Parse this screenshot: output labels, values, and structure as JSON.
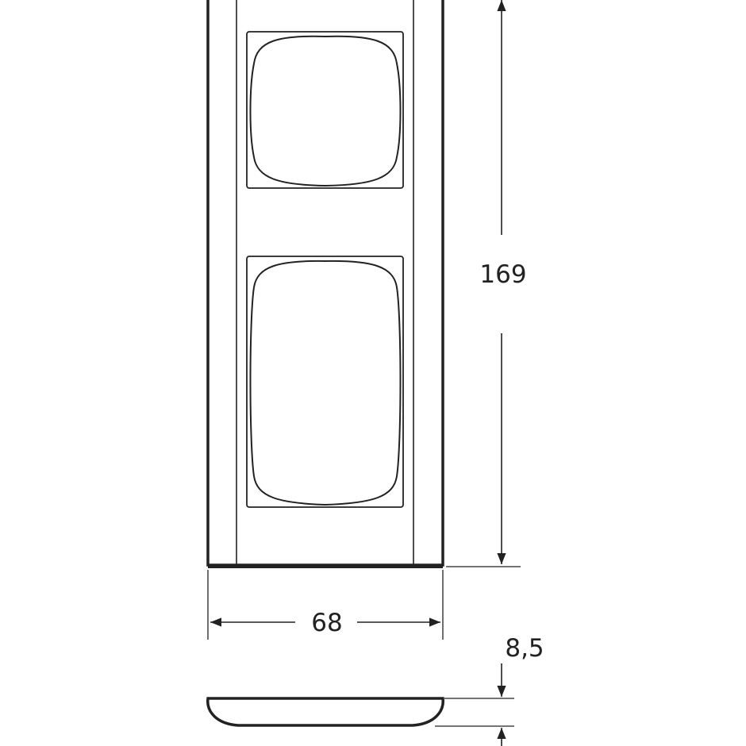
{
  "dimensions": {
    "height": "169",
    "width": "68",
    "depth": "8,5"
  },
  "colors": {
    "line": "#222222",
    "background": "#ffffff"
  }
}
